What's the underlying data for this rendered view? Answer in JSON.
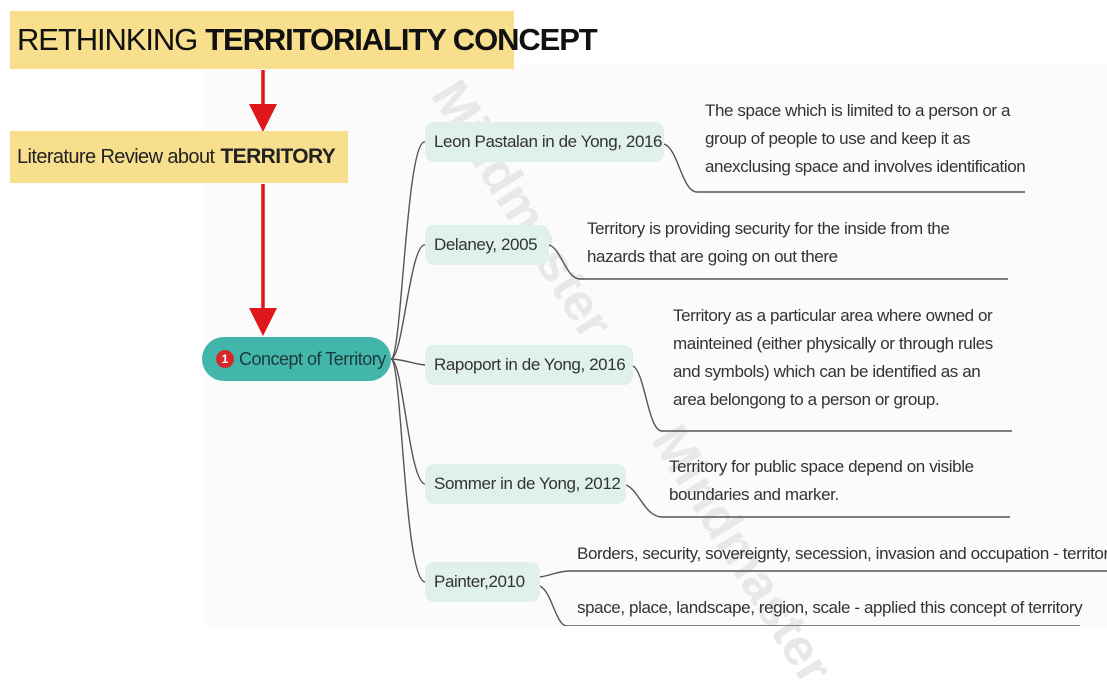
{
  "title": {
    "prefix": "RETHINKING",
    "bold": "TERRITORIALITY CONCEPT"
  },
  "literature": {
    "prefix": "Literature Review about",
    "bold": "TERRITORY"
  },
  "central": {
    "number": "1",
    "label": "Concept of Territory"
  },
  "branches": [
    {
      "ref": "Leon Pastalan in de Yong, 2016",
      "desc": [
        "The space which is limited to a person or a",
        "group of people to use and keep it as",
        "anexclusing space and involves identification"
      ]
    },
    {
      "ref": "Delaney, 2005",
      "desc": [
        "Territory is providing security for the inside from the",
        "hazards that are going on out there"
      ]
    },
    {
      "ref": "Rapoport in de Yong, 2016",
      "desc": [
        "Territory as a particular area where owned or",
        "mainteined (either physically or through rules",
        "and symbols) which can be identified as an",
        "area belongong to a person or group."
      ]
    },
    {
      "ref": "Sommer in de Yong, 2012",
      "desc": [
        "Territory for public space depend on visible",
        "boundaries and marker."
      ]
    },
    {
      "ref": "Painter,2010",
      "desc": [
        "Borders, security, sovereignty, secession, invasion and occupation - territory",
        "space, place, landscape, region, scale - applied this concept of territory"
      ]
    }
  ],
  "watermark": "Mindmaster",
  "colors": {
    "highlight": "#f7df8e",
    "central": "#43b6ac",
    "reference": "#e0f0ea",
    "arrow": "#e0171b",
    "connector": "#555555"
  }
}
